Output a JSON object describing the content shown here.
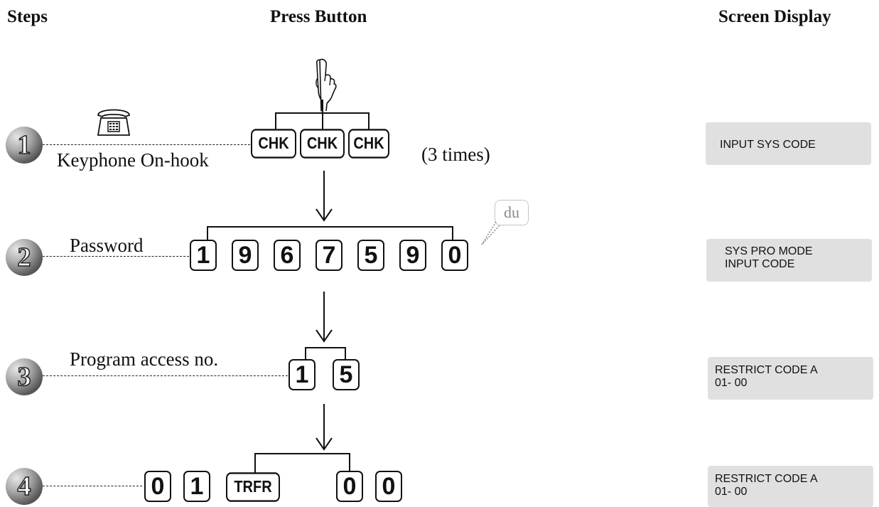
{
  "headers": {
    "steps": "Steps",
    "press": "Press Button",
    "screen": "Screen Display"
  },
  "steps": [
    {
      "number": "1",
      "label": "Keyphone On-hook",
      "keys": [
        "CHK",
        "CHK",
        "CHK"
      ],
      "note": "(3 times)",
      "display": [
        "INPUT SYS CODE"
      ]
    },
    {
      "number": "2",
      "label": "Password",
      "keys": [
        "1",
        "9",
        "6",
        "7",
        "5",
        "9",
        "0"
      ],
      "bubble": "du",
      "display": [
        "SYS PRO MODE",
        "INPUT CODE"
      ]
    },
    {
      "number": "3",
      "label": "Program access no.",
      "keys": [
        "1",
        "5"
      ],
      "display": [
        "RESTRICT CODE A",
        "01- 00"
      ]
    },
    {
      "number": "4",
      "keys": [
        "0",
        "1",
        "TRFR",
        "0",
        "0"
      ],
      "display": [
        "RESTRICT CODE A",
        "01- 00"
      ]
    }
  ],
  "icons": {
    "hand": "pointing-hand-icon",
    "phone": "telephone-icon",
    "arrow": "down-arrow-icon"
  }
}
